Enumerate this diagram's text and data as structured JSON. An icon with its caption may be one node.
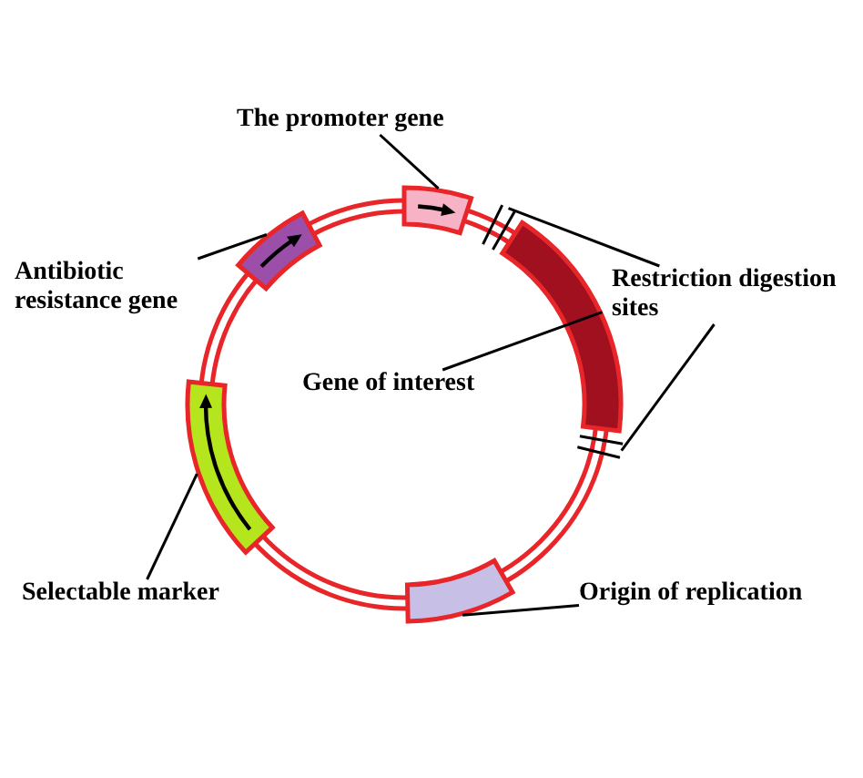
{
  "diagram": {
    "nodes": [
      {
        "text": [
          "The promoter gene"
        ]
      },
      {
        "text": [],
        "shape": "box"
      },
      {
        "text": [
          "Restriction digestion sites"
        ]
      },
      {
        "text": [],
        "shape": "bar"
      },
      {
        "text": [],
        "shape": "bar"
      },
      {
        "text": [
          "Antibiotic resistance gene"
        ]
      },
      {
        "text": [],
        "shape": "box"
      },
      {
        "text": [
          "Gene of interest"
        ]
      },
      {
        "text": [],
        "shape": "box"
      },
      {
        "text": [],
        "shape": "box"
      },
      {
        "text": [
          "Selectable marker"
        ]
      },
      {
        "text": [],
        "shape": "box"
      },
      {
        "text": [
          "Origin of replication"
        ]
      }
    ],
    "edges": [
      {
        "from": 0,
        "to": 1,
        "arrow": "none"
      },
      {
        "from": 2,
        "to": 3,
        "arrow": "none"
      },
      {
        "from": 2,
        "to": 4,
        "arrow": "none"
      },
      {
        "from": 5,
        "to": 6,
        "arrow": "none"
      },
      {
        "from": 7,
        "to": 8,
        "arrow": "none"
      },
      {
        "from": 10,
        "to": 9,
        "arrow": "none"
      },
      {
        "from": 12,
        "to": 11,
        "arrow": "none"
      }
    ]
  }
}
